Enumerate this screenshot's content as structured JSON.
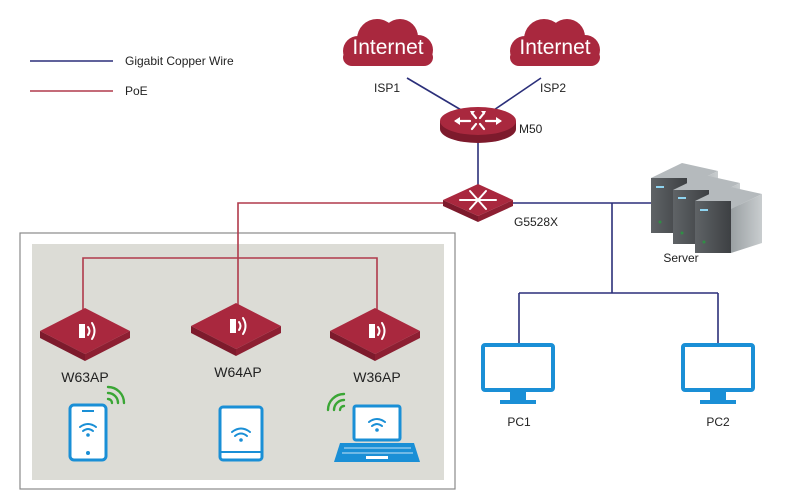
{
  "legend": {
    "items": [
      {
        "label": "Gigabit Copper Wire",
        "color": "#2b2f7a"
      },
      {
        "label": "PoE",
        "color": "#b03a4b"
      }
    ]
  },
  "colors": {
    "device_red": "#a9283e",
    "device_red_dark": "#7d1a2c",
    "copper": "#2b2f7a",
    "poe": "#b03a4b",
    "client_blue": "#1a8fd6",
    "wifi_green": "#3aa635",
    "panel_bg": "#dcdcd6"
  },
  "clouds": [
    {
      "text": "Internet",
      "label": "ISP1"
    },
    {
      "text": "Internet",
      "label": "ISP2"
    }
  ],
  "router": {
    "label": "M50"
  },
  "switch": {
    "label": "G5528X"
  },
  "server": {
    "label": "Server"
  },
  "access_points": [
    {
      "label": "W63AP"
    },
    {
      "label": "W64AP"
    },
    {
      "label": "W36AP"
    }
  ],
  "pcs": [
    {
      "label": "PC1"
    },
    {
      "label": "PC2"
    }
  ]
}
